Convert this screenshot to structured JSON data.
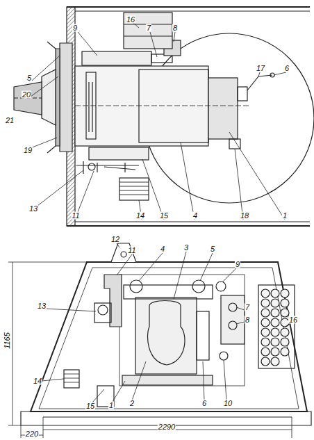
{
  "diagram": {
    "labels": [
      "9",
      "16",
      "7",
      "8",
      "17",
      "6",
      "5",
      "20",
      "21",
      "19",
      "13",
      "11",
      "14",
      "15",
      "4",
      "18",
      "1",
      "12",
      "11",
      "4",
      "3",
      "5",
      "9",
      "13",
      "7",
      "8",
      "16",
      "14",
      "15",
      "1",
      "2",
      "6",
      "10",
      "1165",
      "220",
      "2290"
    ]
  }
}
